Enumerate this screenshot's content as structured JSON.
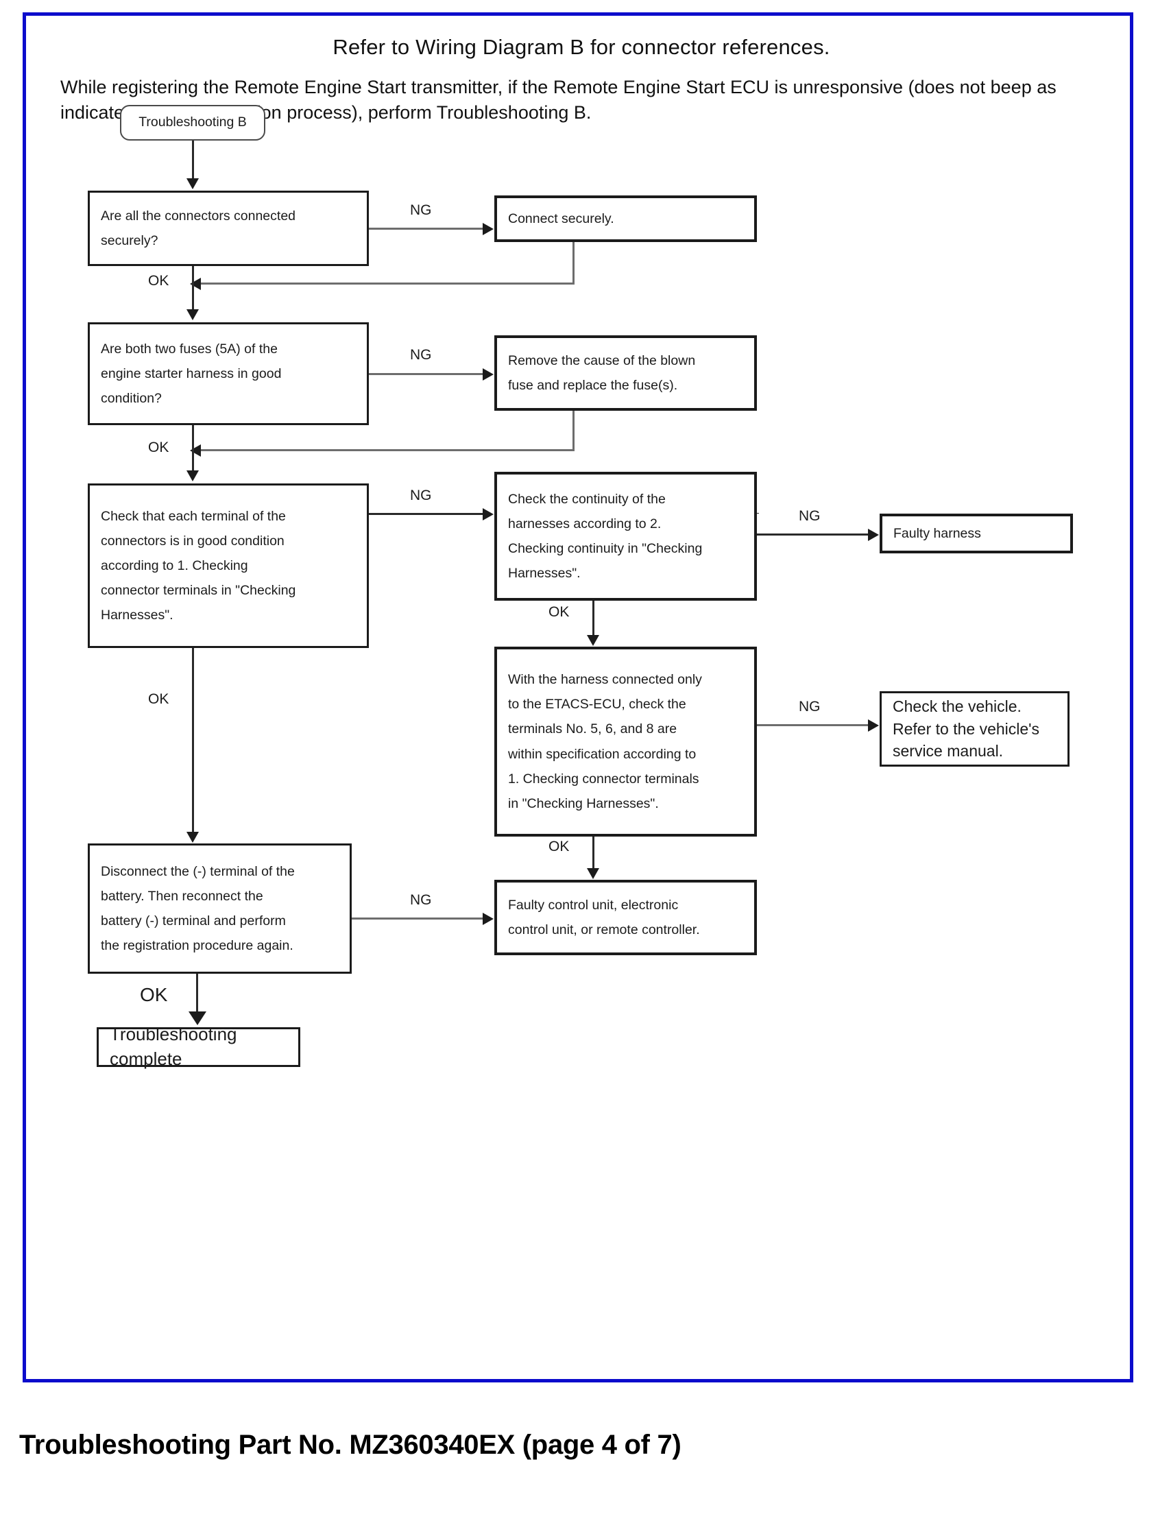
{
  "document": {
    "heading": "Refer to Wiring Diagram B for connector references.",
    "intro": "While registering the Remote Engine Start transmitter, if the Remote Engine Start ECU is unresponsive (does not beep as indicated in the registration process), perform Troubleshooting B.",
    "footer": "Troubleshooting Part No. MZ360340EX (page 4 of 7)",
    "frame_color": "#0c0ccc"
  },
  "chart_data": {
    "type": "diagram",
    "title": "Troubleshooting B flowchart",
    "nodes": [
      {
        "id": "start",
        "label": "Troubleshooting B",
        "shape": "rounded-rect"
      },
      {
        "id": "q_connectors",
        "label": "Are all the connectors connected securely?",
        "shape": "rect"
      },
      {
        "id": "a_connect",
        "label": "Connect securely.",
        "shape": "rect"
      },
      {
        "id": "q_fuses",
        "label": "Are both two fuses (5A) of the engine starter harness in good condition?",
        "shape": "rect"
      },
      {
        "id": "a_fuse",
        "label": "Remove the cause of the blown fuse and replace the fuse(s).",
        "shape": "rect"
      },
      {
        "id": "q_terminals",
        "label": "Check that each terminal of the connectors is in good condition according to 1. Checking connector terminals in \"Checking Harnesses\".",
        "shape": "rect"
      },
      {
        "id": "q_continuity",
        "label": "Check the continuity of the harnesses according to 2. Checking continuity in \"Checking Harnesses\".",
        "shape": "rect"
      },
      {
        "id": "a_faulty_harness",
        "label": "Faulty harness",
        "shape": "rect"
      },
      {
        "id": "q_etacs",
        "label": "With the harness connected only to the ETACS-ECU, check the terminals No. 5, 6, and 8 are within specification according to 1. Checking connector terminals in \"Checking Harnesses\".",
        "shape": "rect"
      },
      {
        "id": "a_check_vehicle",
        "label": "Check the vehicle. Refer to the vehicle's service manual.",
        "shape": "rect"
      },
      {
        "id": "q_battery",
        "label": "Disconnect the (-) terminal of the battery. Then reconnect the battery (-) terminal and perform the registration procedure again.",
        "shape": "rect"
      },
      {
        "id": "a_faulty_unit",
        "label": "Faulty control unit, electronic control unit, or remote controller.",
        "shape": "rect"
      },
      {
        "id": "end",
        "label": "Troubleshooting complete",
        "shape": "rect"
      }
    ],
    "edges": [
      {
        "from": "start",
        "to": "q_connectors",
        "label": ""
      },
      {
        "from": "q_connectors",
        "to": "a_connect",
        "label": "NG"
      },
      {
        "from": "a_connect",
        "to": "q_fuses",
        "label": ""
      },
      {
        "from": "q_connectors",
        "to": "q_fuses",
        "label": "OK"
      },
      {
        "from": "q_fuses",
        "to": "a_fuse",
        "label": "NG"
      },
      {
        "from": "a_fuse",
        "to": "q_terminals",
        "label": ""
      },
      {
        "from": "q_fuses",
        "to": "q_terminals",
        "label": "OK"
      },
      {
        "from": "q_terminals",
        "to": "q_continuity",
        "label": "NG"
      },
      {
        "from": "q_terminals",
        "to": "q_battery",
        "label": "OK"
      },
      {
        "from": "q_continuity",
        "to": "a_faulty_harness",
        "label": "NG"
      },
      {
        "from": "q_continuity",
        "to": "q_etacs",
        "label": "OK"
      },
      {
        "from": "q_etacs",
        "to": "a_check_vehicle",
        "label": "NG"
      },
      {
        "from": "q_etacs",
        "to": "a_faulty_unit",
        "label": "OK"
      },
      {
        "from": "q_battery",
        "to": "a_faulty_unit",
        "label": "NG"
      },
      {
        "from": "q_battery",
        "to": "end",
        "label": "OK"
      }
    ],
    "node_text": {
      "start": "Troubleshooting B",
      "q_connectors_l1": "Are all the connectors connected",
      "q_connectors_l2": "securely?",
      "a_connect_l1": "Connect securely.",
      "q_fuses_l1": "Are both two fuses (5A) of the",
      "q_fuses_l2": "engine starter harness in good",
      "q_fuses_l3": "condition?",
      "a_fuse_l1": "Remove the cause of the blown",
      "a_fuse_l2": "fuse and replace the fuse(s).",
      "q_terminals_l1": "Check that each terminal of the",
      "q_terminals_l2": "connectors is in good condition",
      "q_terminals_l3": "according to 1. Checking",
      "q_terminals_l4": "connector terminals in \"Checking",
      "q_terminals_l5": "Harnesses\".",
      "q_continuity_l1": "Check the continuity of the",
      "q_continuity_l2": "harnesses according to 2.",
      "q_continuity_l3": "Checking continuity in \"Checking",
      "q_continuity_l4": "Harnesses\".",
      "a_faulty_harness_l1": "Faulty harness",
      "q_etacs_l1": "With the harness connected only",
      "q_etacs_l2": "to the ETACS-ECU, check the",
      "q_etacs_l3": "terminals No. 5, 6, and 8 are",
      "q_etacs_l4": "within specification according to",
      "q_etacs_l5": "1. Checking connector terminals",
      "q_etacs_l6": "in \"Checking Harnesses\".",
      "a_check_vehicle_l1": "Check the vehicle.",
      "a_check_vehicle_l2": "Refer to the vehicle's",
      "a_check_vehicle_l3": "service manual.",
      "q_battery_l1": "Disconnect the (-) terminal of the",
      "q_battery_l2": "battery. Then reconnect the",
      "q_battery_l3": "battery (-) terminal and perform",
      "q_battery_l4": "the registration procedure again.",
      "a_faulty_unit_l1": "Faulty control unit, electronic",
      "a_faulty_unit_l2": "control unit, or remote controller.",
      "end": "Troubleshooting complete"
    },
    "edge_labels": {
      "ng1": "NG",
      "ok1": "OK",
      "ng2": "NG",
      "ok2": "OK",
      "ng3": "NG",
      "ok3": "OK",
      "ng4": "NG",
      "ok4": "OK",
      "ng5": "NG",
      "ok5": "OK",
      "ng6": "NG",
      "ok6": "OK"
    }
  }
}
